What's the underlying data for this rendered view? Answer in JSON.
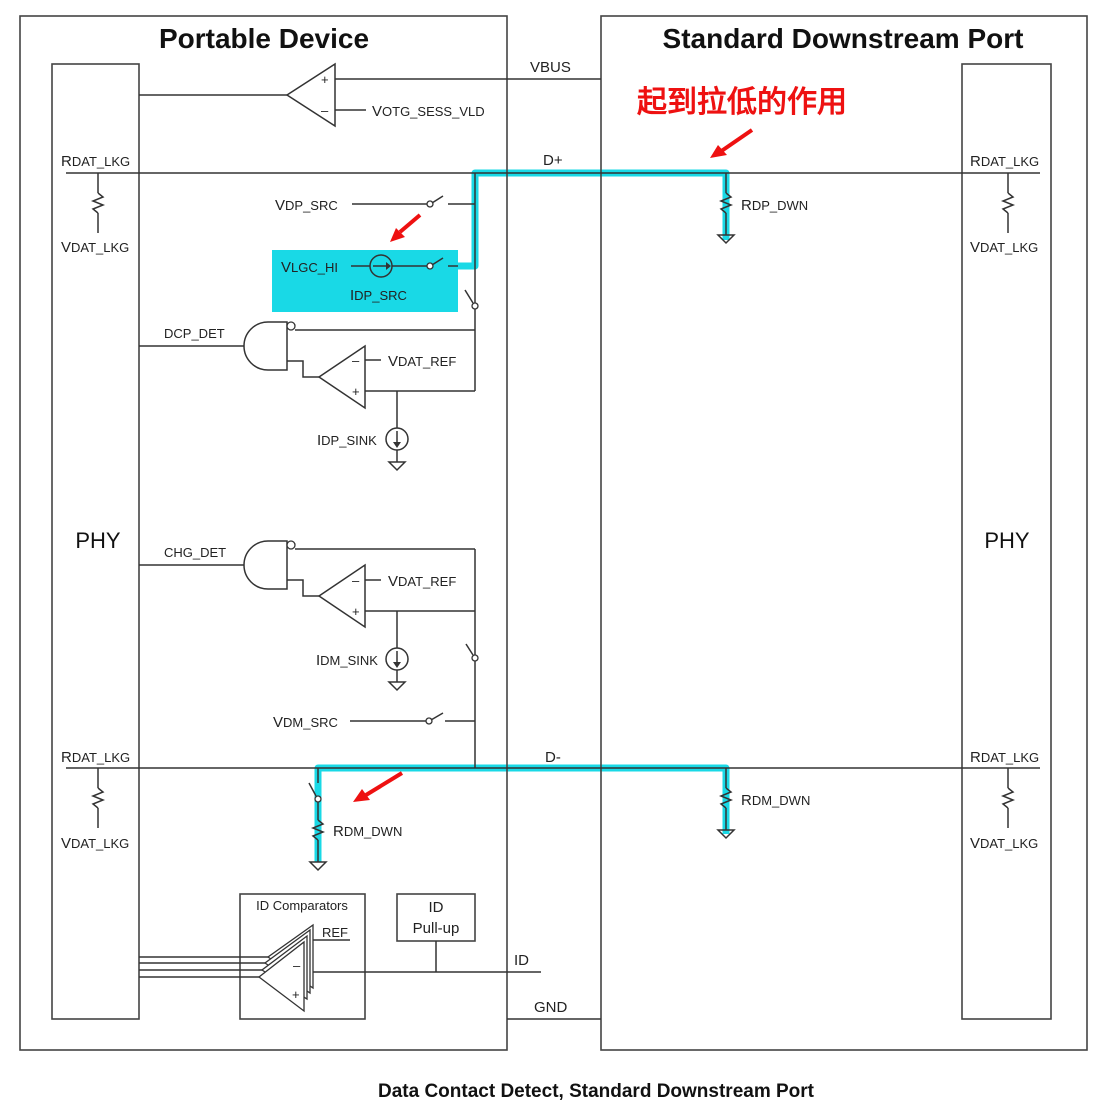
{
  "blocks": {
    "portable_device": "Portable Device",
    "downstream_port": "Standard Downstream Port",
    "phy_left": "PHY",
    "phy_right": "PHY"
  },
  "signals": {
    "vbus": "VBUS",
    "dplus": "D+",
    "dminus": "D-",
    "id": "ID",
    "gnd": "GND"
  },
  "labels": {
    "votg_main": "V",
    "votg_sub": "OTG_SESS_VLD",
    "rdat_main": "R",
    "rdat_sub": "DAT_LKG",
    "vdat_main": "V",
    "vdat_sub": "DAT_LKG",
    "vdp_main": "V",
    "vdp_sub": "DP_SRC",
    "vlgc_main": "V",
    "vlgc_sub": "LGC_HI",
    "idp_src_main": "I",
    "idp_src_sub": "DP_SRC",
    "dcp_det": "DCP_DET",
    "chg_det": "CHG_DET",
    "vdatref_main": "V",
    "vdatref_sub": "DAT_REF",
    "idp_sink_main": "I",
    "idp_sink_sub": "DP_SINK",
    "idm_sink_main": "I",
    "idm_sink_sub": "DM_SINK",
    "vdm_main": "V",
    "vdm_sub": "DM_SRC",
    "rdp_dwn_main": "R",
    "rdp_dwn_sub": "DP_DWN",
    "rdm_dwn_main": "R",
    "rdm_dwn_sub": "DM_DWN",
    "id_comparators": "ID Comparators",
    "ref": "REF",
    "id_pullup_line1": "ID",
    "id_pullup_line2": "Pull-up",
    "plus": "+",
    "minus": "–"
  },
  "annotation": "起到拉低的作用",
  "caption": "Data Contact Detect, Standard Downstream Port",
  "colors": {
    "highlight": "#19d9e6",
    "annotation": "#ee1111"
  }
}
